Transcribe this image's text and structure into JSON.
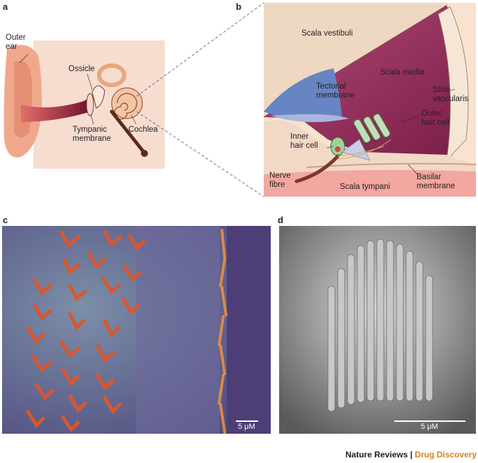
{
  "panels": {
    "a": {
      "letter": "a",
      "labels": {
        "outer_ear": "Outer\near",
        "ossicle": "Ossicle",
        "tympanic": "Tympanic\nmembrane",
        "cochlea": "Cochlea"
      }
    },
    "b": {
      "letter": "b",
      "labels": {
        "scala_vestibuli": "Scala vestibuli",
        "scala_media": "Scala media",
        "tectorial": "Tectorial\nmembrane",
        "stria": "Stria\nvascularis",
        "outer_hair": "Outer\nhair cell",
        "inner_hair": "Inner\nhair cell",
        "nerve": "Nerve\nfibre",
        "scala_tympani": "Scala tympani",
        "basilar": "Basilar\nmembrane"
      }
    },
    "c": {
      "letter": "c",
      "scale": "5 μM"
    },
    "d": {
      "letter": "d",
      "scale": "5 μM"
    }
  },
  "footer": {
    "brand": "Nature Reviews",
    "sep": " | ",
    "journal": "Drug Discovery"
  },
  "colors": {
    "skin": "#f2b8a2",
    "canal": "#8c1d3c",
    "scala_media": "#8e2a57",
    "tectorial": "#5b7bbd",
    "sem_c_bg": "#6b6a9a",
    "hair_bundle": "#d9572e",
    "sem_d_bg": "#8c8c8c"
  }
}
